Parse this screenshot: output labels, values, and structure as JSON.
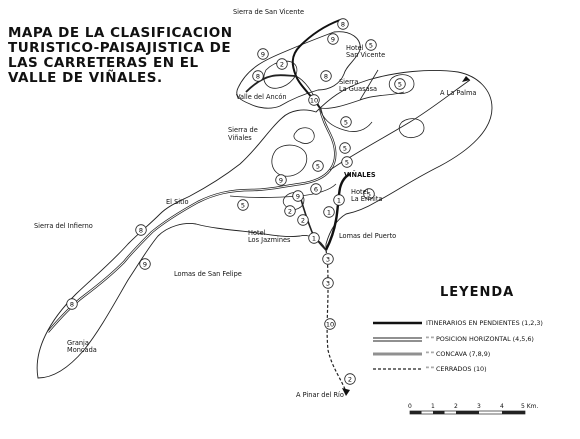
{
  "title_lines": [
    "MAPA DE LA CLASIFICACION",
    "TURISTICO-PAISAJISTICA DE",
    "LAS CARRETERAS EN EL",
    "VALLE DE VIÑALES."
  ],
  "places": {
    "sierra_san_vicente": "Sierra de San Vicente",
    "hotel_san_vicente_1": "Hotel",
    "hotel_san_vicente_2": "San Vicente",
    "sierra_guasasa_1": "Sierra",
    "sierra_guasasa_2": "La Guasasa",
    "valle_ancon": "Valle del Ancón",
    "la_palma": "A La Palma",
    "sierra_vinales_1": "Sierra de",
    "sierra_vinales_2": "Viñales",
    "vinales": "VIÑALES",
    "hotel_ermita_1": "Hotel",
    "hotel_ermita_2": "La Ermita",
    "el_sitio": "El Sitio",
    "sierra_infierno": "Sierra del Infierno",
    "hotel_jazmines_1": "Hotel",
    "hotel_jazmines_2": "Los Jazmines",
    "lomas_puerto": "Lomas del Puerto",
    "lomas_san_felipe": "Lomas de San Felipe",
    "granja_1": "Granja",
    "granja_2": "Moncada",
    "pinar": "A Pinar del Río"
  },
  "legend": {
    "title": "LEYENDA",
    "item1": "ITINERARIOS EN PENDIENTES (1,2,3)",
    "item2": "\"          \"   POSICION HORIZONTAL (4,5,6)",
    "item3": "\"          \"   CONCAVA (7,8,9)",
    "item4": "\"          \"   CERRADOS (10)"
  },
  "scale": {
    "ticks": [
      "0",
      "1",
      "2",
      "3",
      "4",
      "5 Km."
    ]
  },
  "route_classes": [
    "8",
    "9",
    "5",
    "9",
    "2",
    "8",
    "5",
    "10",
    "5",
    "5",
    "5",
    "5",
    "9",
    "6",
    "9",
    "2",
    "5",
    "5",
    "2",
    "1",
    "1",
    "1",
    "8",
    "8",
    "9",
    "8",
    "3",
    "3",
    "10",
    "2"
  ]
}
